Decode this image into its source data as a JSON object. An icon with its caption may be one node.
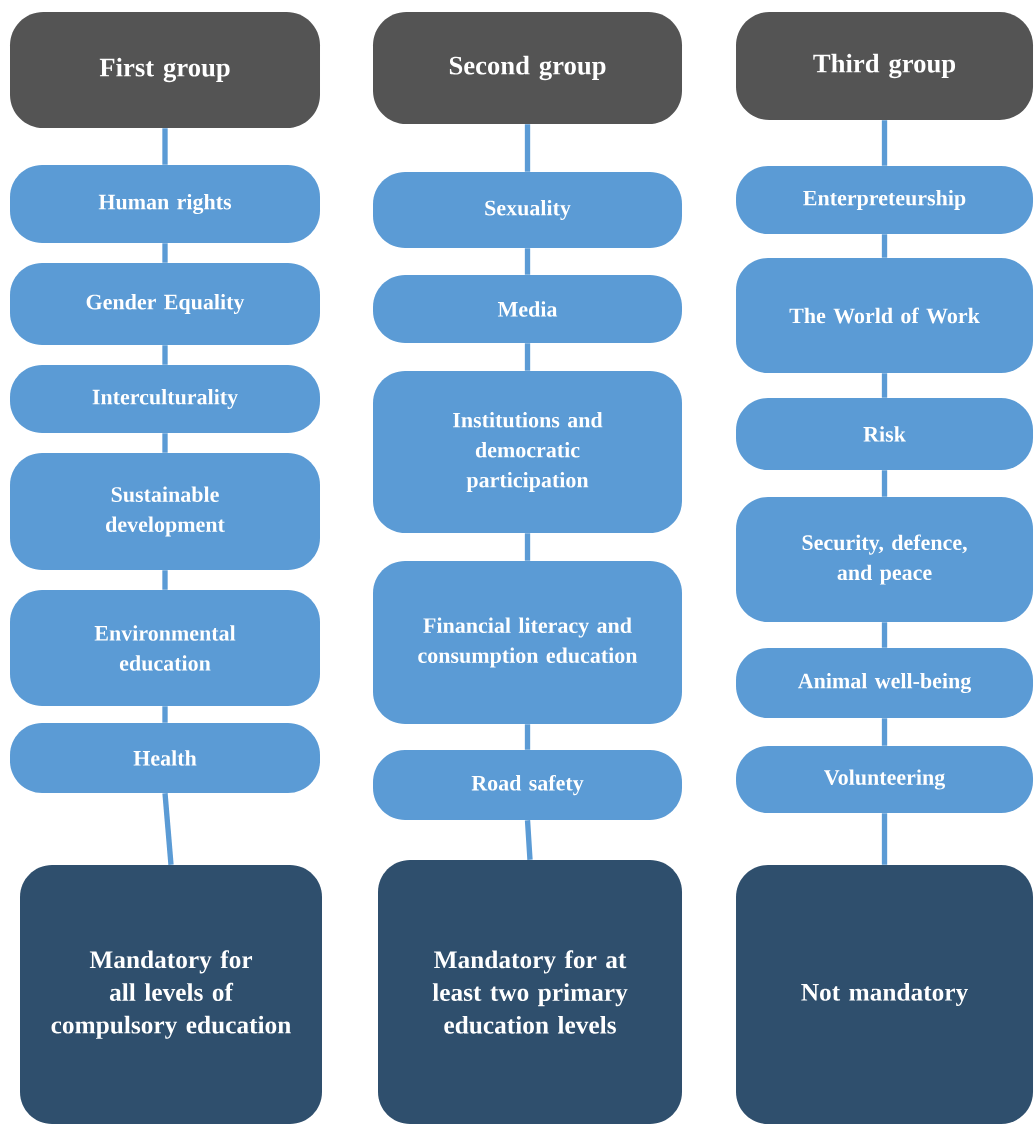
{
  "diagram": {
    "nodes": [
      {
        "text": [
          "First group"
        ]
      },
      {
        "text": [
          "Human rights"
        ]
      },
      {
        "text": [
          "Gender Equality"
        ]
      },
      {
        "text": [
          "Interculturality"
        ]
      },
      {
        "text": [
          "Sustainable development"
        ]
      },
      {
        "text": [
          "Environmental education"
        ]
      },
      {
        "text": [
          "Health"
        ]
      },
      {
        "text": [
          "Mandatory for all levels of compulsory education"
        ]
      },
      {
        "text": [
          "Second group"
        ]
      },
      {
        "text": [
          "Sexuality"
        ]
      },
      {
        "text": [
          "Media"
        ]
      },
      {
        "text": [
          "Institutions and democratic participation"
        ]
      },
      {
        "text": [
          "Financial literacy and consumption education"
        ]
      },
      {
        "text": [
          "Road safety"
        ]
      },
      {
        "text": [
          "Mandatory for at least two primary education levels"
        ]
      },
      {
        "text": [
          "Third group"
        ]
      },
      {
        "text": [
          "Enterpreteurship"
        ]
      },
      {
        "text": [
          "The World of Work"
        ]
      },
      {
        "text": [
          "Risk"
        ]
      },
      {
        "text": [
          "Security, defence, and peace"
        ]
      },
      {
        "text": [
          "Animal well-being"
        ]
      },
      {
        "text": [
          "Volunteering"
        ]
      },
      {
        "text": [
          "Not mandatory"
        ]
      }
    ],
    "edges": [
      {
        "from": 0,
        "to": 1,
        "arrow": "none"
      },
      {
        "from": 1,
        "to": 2,
        "arrow": "none"
      },
      {
        "from": 2,
        "to": 3,
        "arrow": "none"
      },
      {
        "from": 3,
        "to": 4,
        "arrow": "none"
      },
      {
        "from": 4,
        "to": 5,
        "arrow": "none"
      },
      {
        "from": 5,
        "to": 6,
        "arrow": "none"
      },
      {
        "from": 6,
        "to": 7,
        "arrow": "none"
      },
      {
        "from": 8,
        "to": 9,
        "arrow": "none"
      },
      {
        "from": 9,
        "to": 10,
        "arrow": "none"
      },
      {
        "from": 10,
        "to": 11,
        "arrow": "none"
      },
      {
        "from": 11,
        "to": 12,
        "arrow": "none"
      },
      {
        "from": 12,
        "to": 13,
        "arrow": "none"
      },
      {
        "from": 13,
        "to": 14,
        "arrow": "none"
      },
      {
        "from": 15,
        "to": 16,
        "arrow": "none"
      },
      {
        "from": 16,
        "to": 17,
        "arrow": "none"
      },
      {
        "from": 17,
        "to": 18,
        "arrow": "none"
      },
      {
        "from": 18,
        "to": 19,
        "arrow": "none"
      },
      {
        "from": 19,
        "to": 20,
        "arrow": "none"
      },
      {
        "from": 20,
        "to": 21,
        "arrow": "none"
      },
      {
        "from": 21,
        "to": 22,
        "arrow": "none"
      }
    ]
  }
}
